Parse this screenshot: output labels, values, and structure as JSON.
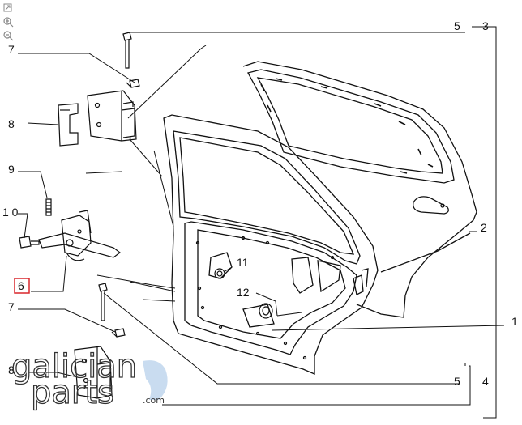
{
  "callouts": [
    {
      "id": "c-1",
      "label": "1"
    },
    {
      "id": "c-2",
      "label": "2"
    },
    {
      "id": "c-3",
      "label": "3"
    },
    {
      "id": "c-4",
      "label": "4"
    },
    {
      "id": "c-5a",
      "label": "5"
    },
    {
      "id": "c-5b",
      "label": "5"
    },
    {
      "id": "c-6",
      "label": "6",
      "highlighted": true
    },
    {
      "id": "c-7a",
      "label": "7"
    },
    {
      "id": "c-7b",
      "label": "7"
    },
    {
      "id": "c-8a",
      "label": "8"
    },
    {
      "id": "c-8b",
      "label": "8"
    },
    {
      "id": "c-9",
      "label": "9"
    },
    {
      "id": "c-10",
      "label": "1 0"
    },
    {
      "id": "c-11",
      "label": "11"
    },
    {
      "id": "c-12",
      "label": "12"
    }
  ],
  "highlight_color": "#d9262b",
  "watermark": {
    "line1": "galician",
    "line2": "parts",
    "suffix": ".com",
    "accent_color": "#c9dcf0"
  },
  "toolbar": {
    "icons": [
      "expand-icon",
      "zoom-in-icon",
      "zoom-out-icon"
    ]
  }
}
